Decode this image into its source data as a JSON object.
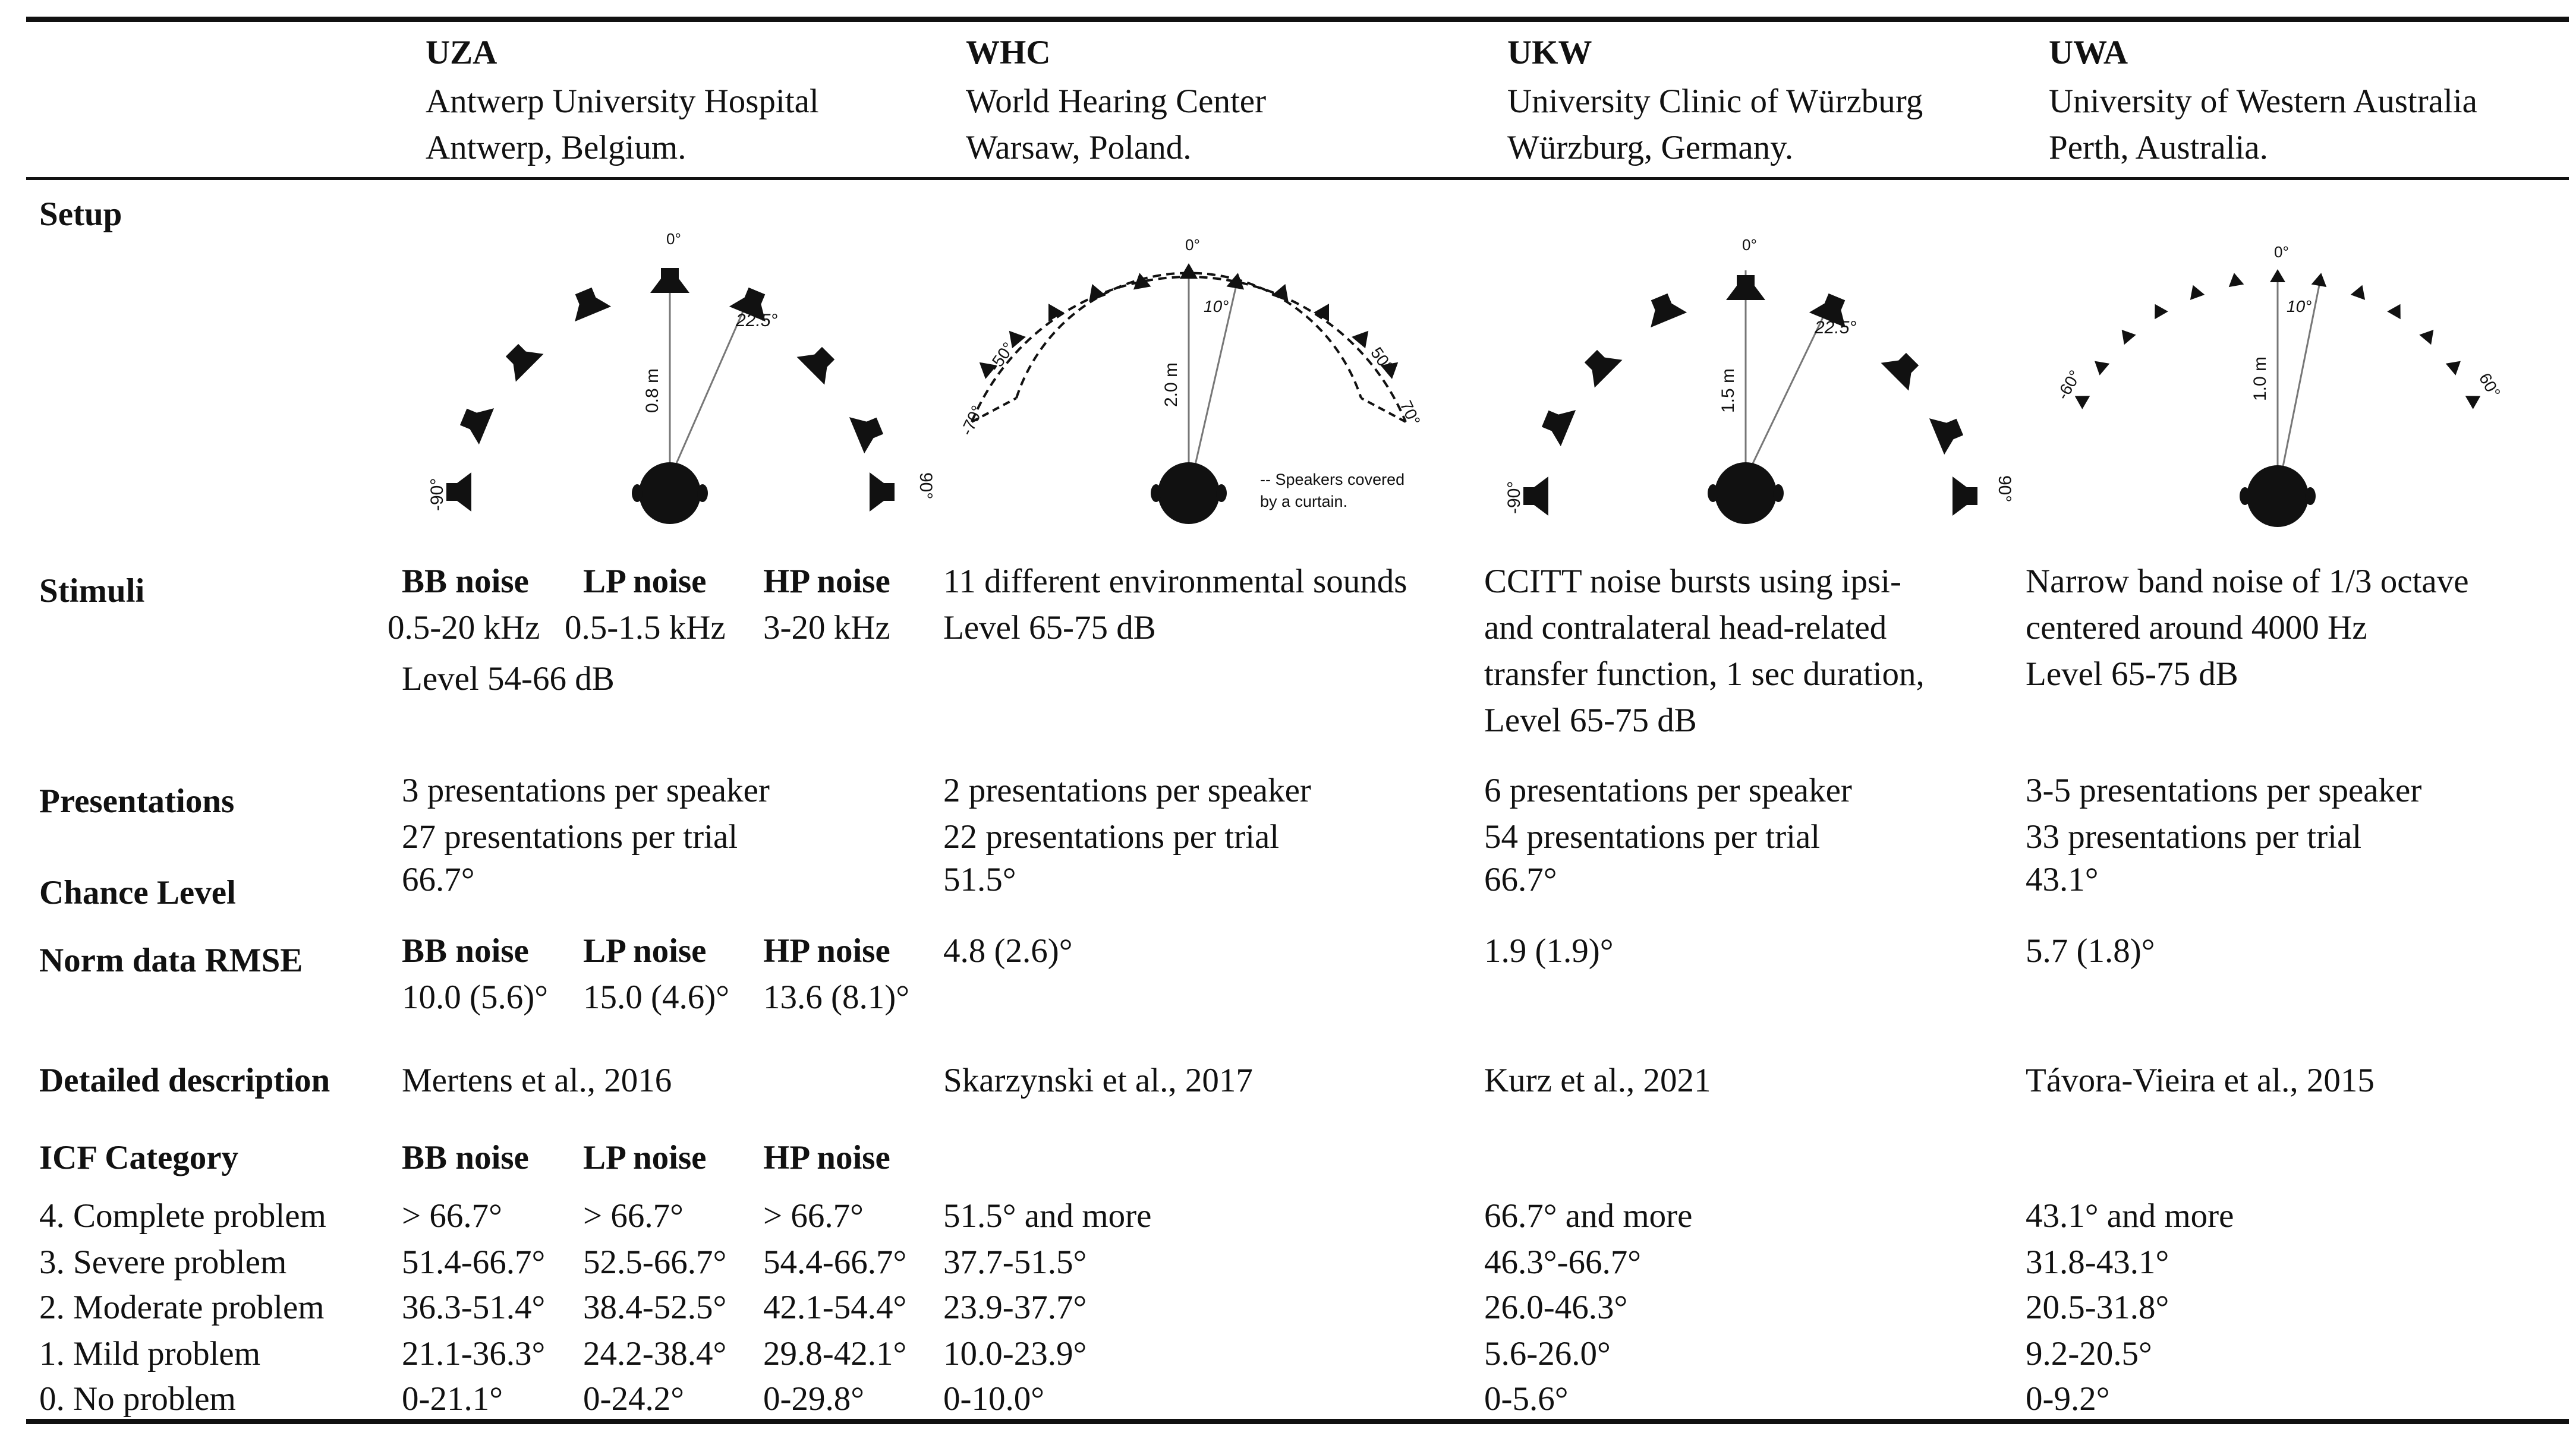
{
  "header": {
    "uza": {
      "code": "UZA",
      "name": "Antwerp University Hospital",
      "place": "Antwerp, Belgium."
    },
    "whc": {
      "code": "WHC",
      "name": "World Hearing Center",
      "place": "Warsaw, Poland."
    },
    "ukw": {
      "code": "UKW",
      "name": "University Clinic of Würzburg",
      "place": "Würzburg, Germany."
    },
    "uwa": {
      "code": "UWA",
      "name": "University of Western Australia",
      "place": "Perth, Australia."
    }
  },
  "rows": {
    "setup": "Setup",
    "stimuli": "Stimuli",
    "presentations": "Presentations",
    "chance": "Chance Level",
    "rmse": "Norm data RMSE",
    "detailed": "Detailed description",
    "icf": "ICF Category"
  },
  "diagrams": {
    "uza": {
      "top": "0°",
      "left": "-90°",
      "right": "90°",
      "dist": "0.8 m",
      "angle": "22.5°"
    },
    "whc": {
      "top": "0°",
      "l50": "-50°",
      "l70": "-70°",
      "r50": "50°",
      "r70": "70°",
      "dist": "2.0 m",
      "angle": "10°",
      "note1": "-- Speakers covered",
      "note2": "by a curtain."
    },
    "ukw": {
      "top": "0°",
      "left": "-90°",
      "right": "90°",
      "dist": "1.5 m",
      "angle": "22.5°"
    },
    "uwa": {
      "top": "0°",
      "left": "-60°",
      "right": "60°",
      "dist": "1.0 m",
      "angle": "10°"
    }
  },
  "stimuli": {
    "uza": {
      "bb": "BB noise",
      "lp": "LP noise",
      "hp": "HP noise",
      "bb_range": "0.5-20 kHz",
      "lp_range": "0.5-1.5 kHz",
      "hp_range": "3-20 kHz",
      "level": "Level 54-66 dB"
    },
    "whc": [
      "11 different environmental sounds",
      "Level 65-75 dB"
    ],
    "ukw": [
      "CCITT noise bursts using ipsi-",
      "and contralateral head-related",
      "transfer function, 1 sec duration,",
      "Level 65-75 dB"
    ],
    "uwa": [
      "Narrow band noise of 1/3 octave",
      "centered around 4000 Hz",
      "Level 65-75 dB"
    ]
  },
  "presentations": {
    "uza": [
      "3 presentations per speaker",
      "27 presentations per trial"
    ],
    "whc": [
      "2 presentations per speaker",
      "22 presentations per trial"
    ],
    "ukw": [
      "6 presentations per speaker",
      "54 presentations per trial"
    ],
    "uwa": [
      "3-5 presentations per speaker",
      "33 presentations per trial"
    ]
  },
  "chance": {
    "uza": "66.7°",
    "whc": "51.5°",
    "ukw": "66.7°",
    "uwa": "43.1°"
  },
  "rmse": {
    "uza": {
      "bb": "BB noise",
      "lp": "LP noise",
      "hp": "HP noise",
      "bb_val": "10.0 (5.6)°",
      "lp_val": "15.0 (4.6)°",
      "hp_val": "13.6 (8.1)°"
    },
    "whc": "4.8 (2.6)°",
    "ukw": "1.9 (1.9)°",
    "uwa": "5.7 (1.8)°"
  },
  "detailed": {
    "uza": "Mertens et al., 2016",
    "whc": "Skarzynski et al., 2017",
    "ukw": "Kurz et al., 2021",
    "uwa": "Távora-Vieira et al., 2015"
  },
  "icf": {
    "headers": {
      "bb": "BB noise",
      "lp": "LP noise",
      "hp": "HP noise"
    },
    "rows": [
      {
        "label": "4. Complete problem",
        "bb": "> 66.7°",
        "lp": "> 66.7°",
        "hp": "> 66.7°",
        "whc": "51.5° and more",
        "ukw": "66.7° and more",
        "uwa": "43.1° and more"
      },
      {
        "label": "3. Severe problem",
        "bb": "51.4-66.7°",
        "lp": "52.5-66.7°",
        "hp": "54.4-66.7°",
        "whc": "37.7-51.5°",
        "ukw": "46.3°-66.7°",
        "uwa": "31.8-43.1°"
      },
      {
        "label": "2. Moderate problem",
        "bb": "36.3-51.4°",
        "lp": "38.4-52.5°",
        "hp": "42.1-54.4°",
        "whc": "23.9-37.7°",
        "ukw": "26.0-46.3°",
        "uwa": "20.5-31.8°"
      },
      {
        "label": "1. Mild problem",
        "bb": "21.1-36.3°",
        "lp": "24.2-38.4°",
        "hp": "29.8-42.1°",
        "whc": "10.0-23.9°",
        "ukw": "5.6-26.0°",
        "uwa": "9.2-20.5°"
      },
      {
        "label": "0. No problem",
        "bb": "0-21.1°",
        "lp": "0-24.2°",
        "hp": "0-29.8°",
        "whc": "0-10.0°",
        "ukw": "0-5.6°",
        "uwa": "0-9.2°"
      }
    ]
  }
}
